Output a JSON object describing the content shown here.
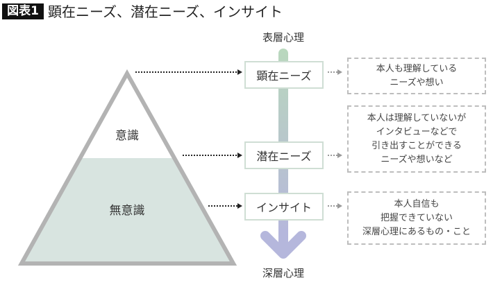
{
  "header": {
    "tag": "図表1",
    "title": "顕在ニーズ、潜在ニーズ、インサイト"
  },
  "pyramid": {
    "upper_label": "意識",
    "lower_label": "無意識"
  },
  "axis": {
    "top_label": "表層心理",
    "bottom_label": "深層心理"
  },
  "levels": [
    {
      "label": "顕在ニーズ",
      "description": [
        "本人も理解している",
        "ニーズや想い"
      ]
    },
    {
      "label": "潜在ニーズ",
      "description": [
        "本人は理解していないが",
        "インタビューなどで",
        "引き出すことができる",
        "ニーズや想いなど"
      ]
    },
    {
      "label": "インサイト",
      "description": [
        "本人自信も",
        "把握できていない",
        "深層心理にあるもの・こと"
      ]
    }
  ],
  "colors": {
    "pyramid_stroke": "#b3b3b3",
    "pyramid_lower_fill": "#d8e4e0",
    "box_border": "#cfded4",
    "arrow_top": "#b9d8bd",
    "arrow_mid": "#b8c5cd",
    "arrow_bottom": "#b5b7dc"
  }
}
